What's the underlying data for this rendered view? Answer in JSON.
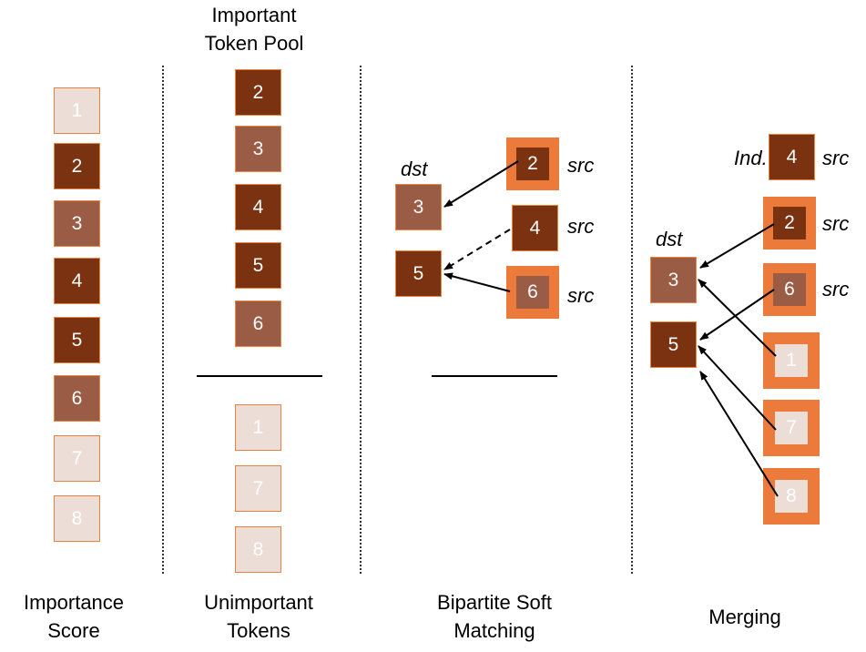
{
  "captions": {
    "importance_score": [
      "Importance",
      "Score"
    ],
    "unimportant_tokens": [
      "Unimportant",
      "Tokens"
    ],
    "bipartite": [
      "Bipartite Soft",
      "Matching"
    ],
    "merging": "Merging",
    "important_pool": [
      "Important",
      "Token Pool"
    ]
  },
  "labels": {
    "dst": "dst",
    "src": "src",
    "ind": "Ind."
  },
  "column1_tokens": [
    "1",
    "2",
    "3",
    "4",
    "5",
    "6",
    "7",
    "8"
  ],
  "column2_important": [
    "2",
    "3",
    "4",
    "5",
    "6"
  ],
  "column2_unimportant": [
    "1",
    "7",
    "8"
  ],
  "bipartite": {
    "dst": [
      "3",
      "5"
    ],
    "src": [
      "2",
      "4",
      "6"
    ]
  },
  "merging": {
    "ind": "4",
    "dst": [
      "3",
      "5"
    ],
    "src": [
      "2",
      "6",
      "1",
      "7",
      "8"
    ]
  },
  "colors": {
    "light_fill": "#ecddd6",
    "dark_fill": "#7a3210",
    "mid_fill": "#9a5c44",
    "orange_ring": "#ec7a3b"
  }
}
